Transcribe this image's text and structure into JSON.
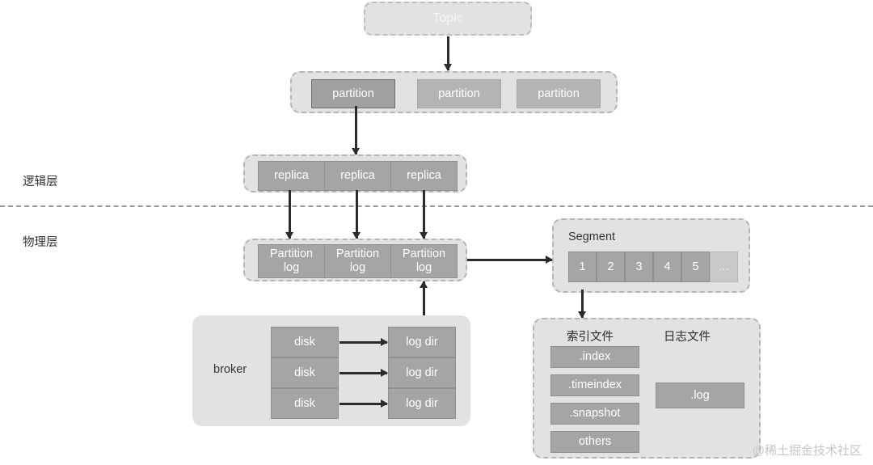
{
  "diagram": {
    "title_node": {
      "label": "Topic"
    },
    "layers": {
      "logical": "逻辑层",
      "physical": "物理层"
    },
    "partitions": {
      "items": [
        {
          "label": "partition"
        },
        {
          "label": "partition"
        },
        {
          "label": "partition"
        }
      ]
    },
    "replicas": {
      "items": [
        {
          "label": "replica"
        },
        {
          "label": "replica"
        },
        {
          "label": "replica"
        }
      ]
    },
    "partition_logs": {
      "items": [
        {
          "line1": "Partition",
          "line2": "log"
        },
        {
          "line1": "Partition",
          "line2": "log"
        },
        {
          "line1": "Partition",
          "line2": "log"
        }
      ]
    },
    "segment": {
      "title": "Segment",
      "items": [
        {
          "label": "1"
        },
        {
          "label": "2"
        },
        {
          "label": "3"
        },
        {
          "label": "4"
        },
        {
          "label": "5"
        },
        {
          "label": "..."
        }
      ]
    },
    "broker": {
      "title": "broker",
      "disks": [
        {
          "label": "disk"
        },
        {
          "label": "disk"
        },
        {
          "label": "disk"
        }
      ],
      "log_dirs": [
        {
          "label": "log dir"
        },
        {
          "label": "log dir"
        },
        {
          "label": "log dir"
        }
      ]
    },
    "files": {
      "index_title": "索引文件",
      "log_title": "日志文件",
      "index_items": [
        {
          "label": ".index"
        },
        {
          "label": ".timeindex"
        },
        {
          "label": ".snapshot"
        },
        {
          "label": "others"
        }
      ],
      "log_items": [
        {
          "label": ".log"
        }
      ]
    },
    "watermark": "@稀土掘金技术社区",
    "colors": {
      "node_fill": "#a5a5a5",
      "node_border": "#8f8f8f",
      "group_fill": "#e2e2e2",
      "group_border": "#b5b5b5",
      "arrow": "#2b2b2b",
      "text_on_node": "#ffffff",
      "text_dark": "#333333",
      "watermark": "#c6c6c6"
    }
  }
}
